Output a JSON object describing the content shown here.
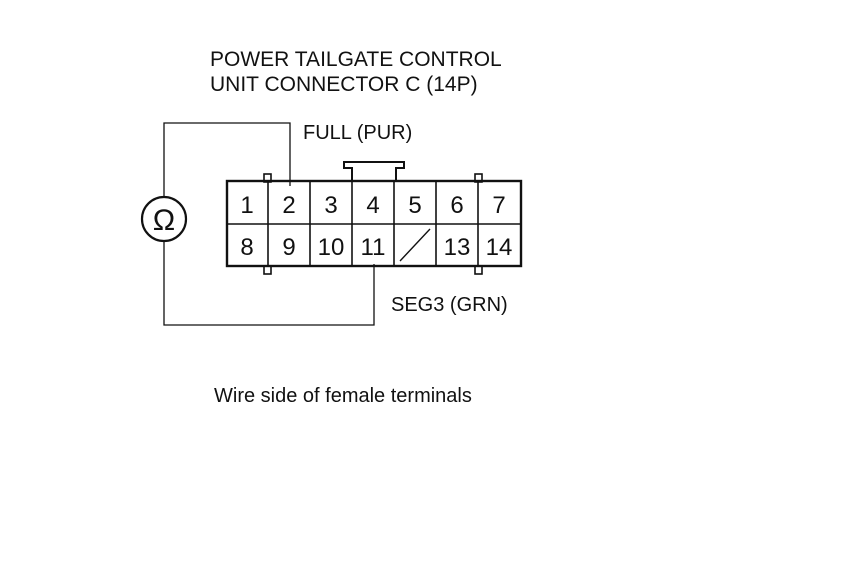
{
  "title": {
    "line1": "POWER TAILGATE CONTROL",
    "line2": "UNIT CONNECTOR C (14P)"
  },
  "meter_symbol": "Ω",
  "wire_labels": {
    "top": "FULL (PUR)",
    "bottom": "SEG3 (GRN)"
  },
  "connector": {
    "top_row": [
      "1",
      "2",
      "3",
      "4",
      "5",
      "6",
      "7"
    ],
    "bottom_row": [
      "8",
      "9",
      "10",
      "11",
      "",
      "13",
      "14"
    ]
  },
  "caption": "Wire side of female terminals"
}
